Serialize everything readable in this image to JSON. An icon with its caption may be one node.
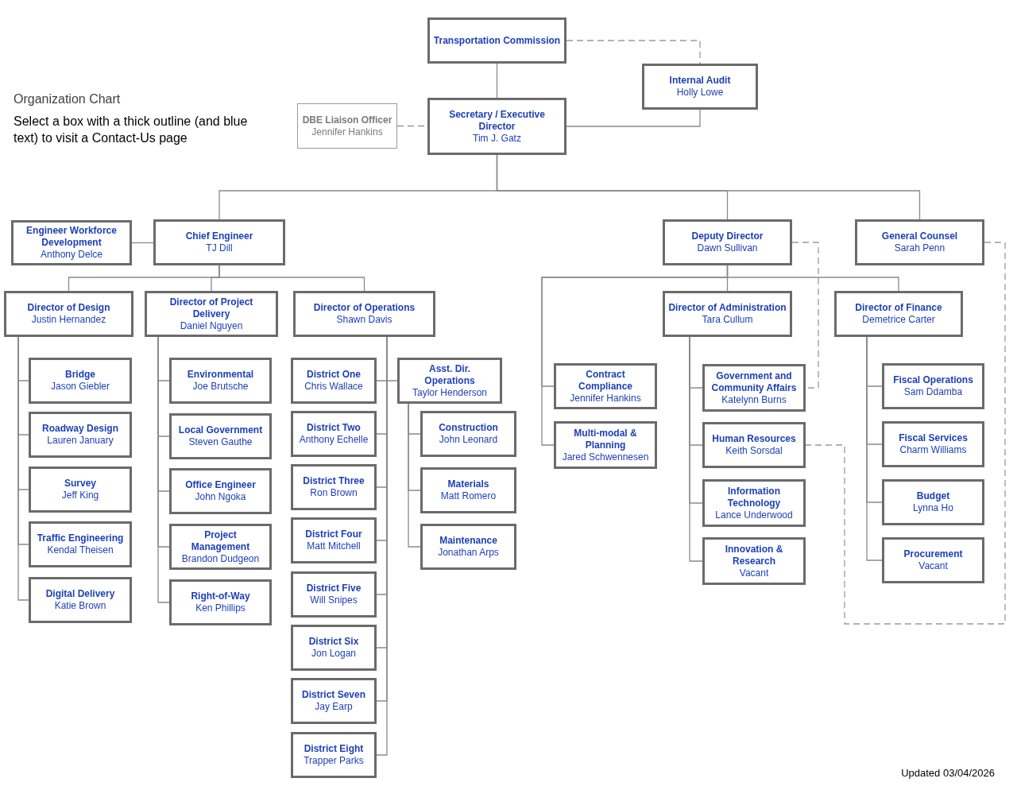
{
  "diagram": {
    "title": "Organization Chart",
    "nodes": [
      {
        "text": [
          "Transportation Commission"
        ]
      },
      {
        "text": [
          "Internal Audit",
          "Holly Lowe"
        ]
      },
      {
        "text": [
          "DBE Liaison Officer",
          "Jennifer Hankins"
        ]
      },
      {
        "text": [
          "Secretary / Executive Director",
          "Tim J. Gatz"
        ]
      },
      {
        "text": [
          "Engineer Workforce Development",
          "Anthony Delce"
        ]
      },
      {
        "text": [
          "Chief Engineer",
          "TJ Dill"
        ]
      },
      {
        "text": [
          "Deputy Director",
          "Dawn Sullivan"
        ]
      },
      {
        "text": [
          "General Counsel",
          "Sarah Penn"
        ]
      },
      {
        "text": [
          "Director of Design",
          "Justin Hernandez"
        ]
      },
      {
        "text": [
          "Director of Project Delivery",
          "Daniel Nguyen"
        ]
      },
      {
        "text": [
          "Director of Operations",
          "Shawn Davis"
        ]
      },
      {
        "text": [
          "Director of Administration",
          "Tara Cullum"
        ]
      },
      {
        "text": [
          "Director of Finance",
          "Demetrice Carter"
        ]
      },
      {
        "text": [
          "Bridge",
          "Jason Giebler"
        ]
      },
      {
        "text": [
          "Roadway Design",
          "Lauren January"
        ]
      },
      {
        "text": [
          "Survey",
          "Jeff King"
        ]
      },
      {
        "text": [
          "Traffic Engineering",
          "Kendal Theisen"
        ]
      },
      {
        "text": [
          "Digital Delivery",
          "Katie Brown"
        ]
      },
      {
        "text": [
          "Environmental",
          "Joe Brutsche"
        ]
      },
      {
        "text": [
          "Local Government",
          "Steven Gauthe"
        ]
      },
      {
        "text": [
          "Office Engineer",
          "John Ngoka"
        ]
      },
      {
        "text": [
          "Project Management",
          "Brandon Dudgeon"
        ]
      },
      {
        "text": [
          "Right-of-Way",
          "Ken Phillips"
        ]
      },
      {
        "text": [
          "District One",
          "Chris Wallace"
        ]
      },
      {
        "text": [
          "District Two",
          "Anthony Echelle"
        ]
      },
      {
        "text": [
          "District Three",
          "Ron Brown"
        ]
      },
      {
        "text": [
          "District Four",
          "Matt Mitchell"
        ]
      },
      {
        "text": [
          "District Five",
          "Will Snipes"
        ]
      },
      {
        "text": [
          "District Six",
          "Jon Logan"
        ]
      },
      {
        "text": [
          "District Seven",
          "Jay Earp"
        ]
      },
      {
        "text": [
          "District Eight",
          "Trapper Parks"
        ]
      },
      {
        "text": [
          "Asst. Dir. Operations",
          "Taylor Henderson"
        ]
      },
      {
        "text": [
          "Construction",
          "John Leonard"
        ]
      },
      {
        "text": [
          "Materials",
          "Matt Romero"
        ]
      },
      {
        "text": [
          "Maintenance",
          "Jonathan Arps"
        ]
      },
      {
        "text": [
          "Contract Compliance",
          "Jennifer Hankins"
        ]
      },
      {
        "text": [
          "Multi-modal & Planning",
          "Jared Schwennesen"
        ]
      },
      {
        "text": [
          "Government and Community Affairs",
          "Katelynn Burns"
        ]
      },
      {
        "text": [
          "Human Resources",
          "Keith Sorsdal"
        ]
      },
      {
        "text": [
          "Information Technology",
          "Lance Underwood"
        ]
      },
      {
        "text": [
          "Innovation & Research",
          "Vacant"
        ]
      },
      {
        "text": [
          "Fiscal Operations",
          "Sam Ddamba"
        ]
      },
      {
        "text": [
          "Fiscal Services",
          "Charm Williams"
        ]
      },
      {
        "text": [
          "Budget",
          "Lynna Ho"
        ]
      },
      {
        "text": [
          "Procurement",
          "Vacant"
        ]
      }
    ],
    "edges": [
      {
        "from": 0,
        "to": 3,
        "arrow": "none"
      },
      {
        "from": 0,
        "to": 1,
        "arrow": "none",
        "style": "dashed"
      },
      {
        "from": 3,
        "to": 1,
        "arrow": "none"
      },
      {
        "from": 2,
        "to": 3,
        "arrow": "none",
        "style": "dashed"
      },
      {
        "from": 3,
        "to": 5,
        "arrow": "none"
      },
      {
        "from": 3,
        "to": 6,
        "arrow": "none"
      },
      {
        "from": 3,
        "to": 7,
        "arrow": "none"
      },
      {
        "from": 5,
        "to": 4,
        "arrow": "none"
      },
      {
        "from": 5,
        "to": 8,
        "arrow": "none"
      },
      {
        "from": 5,
        "to": 9,
        "arrow": "none"
      },
      {
        "from": 5,
        "to": 10,
        "arrow": "none"
      },
      {
        "from": 6,
        "to": 35,
        "arrow": "none"
      },
      {
        "from": 6,
        "to": 36,
        "arrow": "none"
      },
      {
        "from": 6,
        "to": 11,
        "arrow": "none"
      },
      {
        "from": 6,
        "to": 12,
        "arrow": "none"
      },
      {
        "from": 6,
        "to": 37,
        "arrow": "none",
        "style": "dashed"
      },
      {
        "from": 7,
        "to": 38,
        "arrow": "none",
        "style": "dashed"
      },
      {
        "from": 8,
        "to": 13,
        "arrow": "none"
      },
      {
        "from": 8,
        "to": 14,
        "arrow": "none"
      },
      {
        "from": 8,
        "to": 15,
        "arrow": "none"
      },
      {
        "from": 8,
        "to": 16,
        "arrow": "none"
      },
      {
        "from": 8,
        "to": 17,
        "arrow": "none"
      },
      {
        "from": 9,
        "to": 18,
        "arrow": "none"
      },
      {
        "from": 9,
        "to": 19,
        "arrow": "none"
      },
      {
        "from": 9,
        "to": 20,
        "arrow": "none"
      },
      {
        "from": 9,
        "to": 21,
        "arrow": "none"
      },
      {
        "from": 9,
        "to": 22,
        "arrow": "none"
      },
      {
        "from": 10,
        "to": 23,
        "arrow": "none"
      },
      {
        "from": 10,
        "to": 24,
        "arrow": "none"
      },
      {
        "from": 10,
        "to": 25,
        "arrow": "none"
      },
      {
        "from": 10,
        "to": 26,
        "arrow": "none"
      },
      {
        "from": 10,
        "to": 27,
        "arrow": "none"
      },
      {
        "from": 10,
        "to": 28,
        "arrow": "none"
      },
      {
        "from": 10,
        "to": 29,
        "arrow": "none"
      },
      {
        "from": 10,
        "to": 30,
        "arrow": "none"
      },
      {
        "from": 10,
        "to": 31,
        "arrow": "none"
      },
      {
        "from": 31,
        "to": 32,
        "arrow": "none"
      },
      {
        "from": 31,
        "to": 33,
        "arrow": "none"
      },
      {
        "from": 31,
        "to": 34,
        "arrow": "none"
      },
      {
        "from": 11,
        "to": 37,
        "arrow": "none"
      },
      {
        "from": 11,
        "to": 38,
        "arrow": "none"
      },
      {
        "from": 11,
        "to": 39,
        "arrow": "none"
      },
      {
        "from": 11,
        "to": 40,
        "arrow": "none"
      },
      {
        "from": 12,
        "to": 41,
        "arrow": "none"
      },
      {
        "from": 12,
        "to": 42,
        "arrow": "none"
      },
      {
        "from": 12,
        "to": 43,
        "arrow": "none"
      },
      {
        "from": 12,
        "to": 44,
        "arrow": "none"
      }
    ],
    "labels": [
      "Select a box with a thick outline (and blue text) to visit a Contact-Us page",
      "Updated 03/04/2026"
    ]
  }
}
